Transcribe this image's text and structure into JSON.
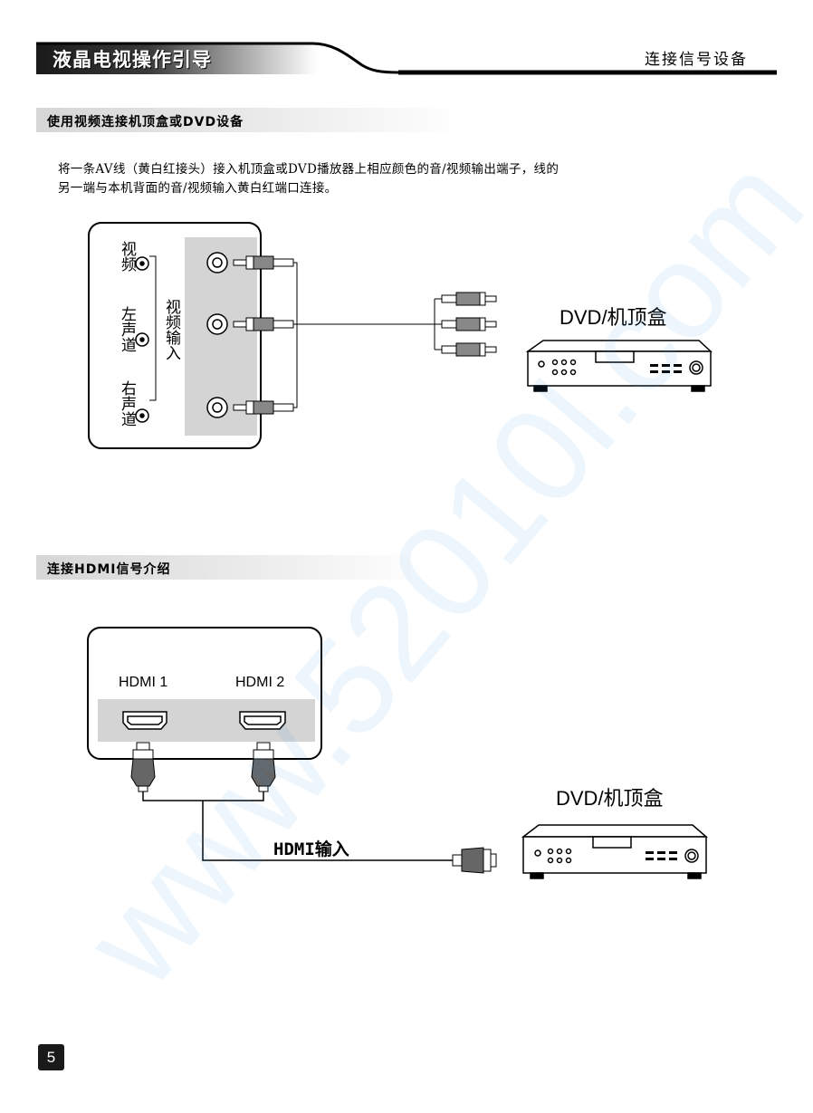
{
  "header": {
    "title": "液晶电视操作引导",
    "section": "连接信号设备"
  },
  "section1": {
    "title": "使用视频连接机顶盒或DVD设备",
    "paragraph_line1": "将一条AV线（黄白红接头）接入机顶盒或DVD播放器上相应颜色的音/视频输出端子，线的",
    "paragraph_line2": "另一端与本机背面的音/视频输入黄白红端口连接。",
    "labels": {
      "video": "视频",
      "left_channel": "左声道",
      "right_channel": "右声道",
      "video_input": "视频输入",
      "device": "DVD/机顶盒"
    }
  },
  "section2": {
    "title": "连接HDMI信号介绍",
    "labels": {
      "hdmi1": "HDMI 1",
      "hdmi2": "HDMI 2",
      "hdmi_input": "HDMI输入",
      "device": "DVD/机顶盒"
    }
  },
  "watermark": "www.52010l.com",
  "page_number": "5"
}
